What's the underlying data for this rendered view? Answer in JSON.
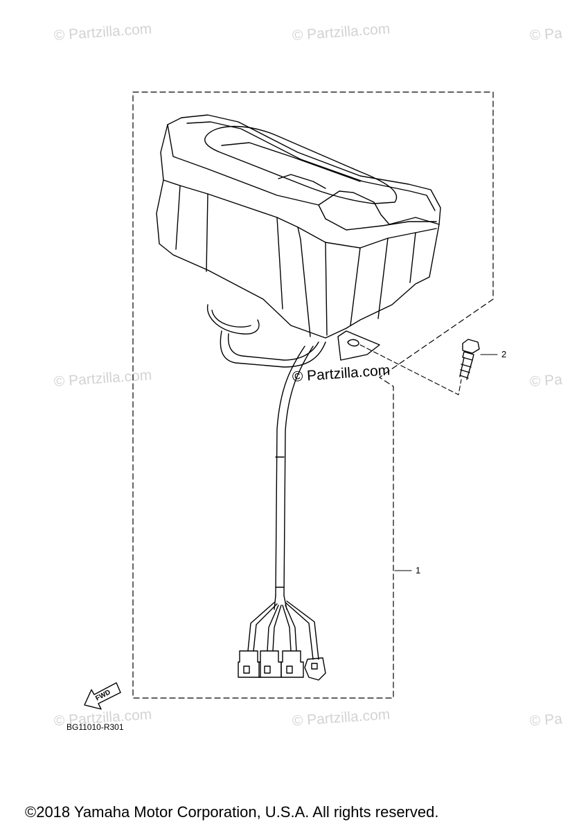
{
  "watermarks": {
    "text": "© Partzilla.com",
    "partial_text": "© Pa",
    "center_text": "© Partzilla.com"
  },
  "callouts": [
    {
      "number": "1",
      "part": "meter-assembly"
    },
    {
      "number": "2",
      "part": "bolt"
    }
  ],
  "fwd_label": "FWD",
  "diagram_code": "BG11010-R301",
  "copyright": "©2018 Yamaha Motor Corporation, U.S.A. All rights reserved.",
  "colors": {
    "line": "#000000",
    "watermark": "#d3d3d3",
    "background": "#ffffff"
  }
}
